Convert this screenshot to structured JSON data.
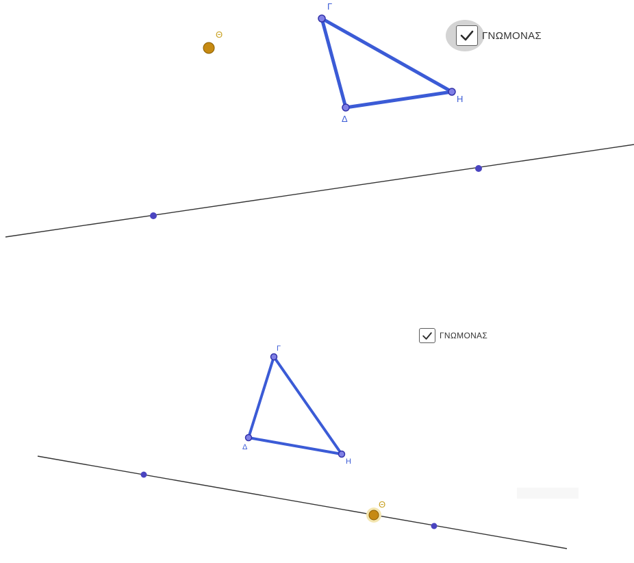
{
  "colors": {
    "triangle": "#3b5bd6",
    "vertex_fill": "#8080e6",
    "vertex_stroke": "#3333aa",
    "line_point": "#4a44c0",
    "line": "#333333",
    "free_point": "#c68a12",
    "free_point_glow": "#f4e6b0",
    "label_blue": "#3b5bd6",
    "label_gold": "#c8a020"
  },
  "top_panel": {
    "checkbox": {
      "label": "ΓΝΩΜΟΝΑΣ",
      "checked": true,
      "icon": "check-icon"
    },
    "triangle_labels": {
      "gamma": "Γ",
      "delta": "Δ",
      "eta": "Η"
    },
    "free_point_label": "Θ"
  },
  "bottom_panel": {
    "checkbox": {
      "label": "ΓΝΩΜΟΝΑΣ",
      "checked": true,
      "icon": "check-icon"
    },
    "triangle_labels": {
      "gamma": "Γ",
      "delta": "Δ",
      "eta": "Η"
    },
    "free_point_label": "Θ"
  }
}
